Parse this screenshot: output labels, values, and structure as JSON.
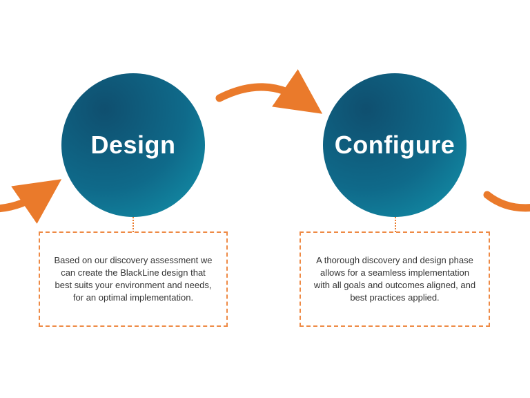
{
  "colors": {
    "circle_dark": "#0f4f6f",
    "circle_light": "#1395ad",
    "accent_orange": "#ea7a2b"
  },
  "steps": [
    {
      "title": "Design",
      "description": "Based on our discovery assessment we can create the BlackLine design that best suits your environment and needs, for an optimal implementation."
    },
    {
      "title": "Configure",
      "description": "A thorough discovery and design phase allows for a seamless implementation with all goals and outcomes aligned, and best practices applied."
    }
  ]
}
